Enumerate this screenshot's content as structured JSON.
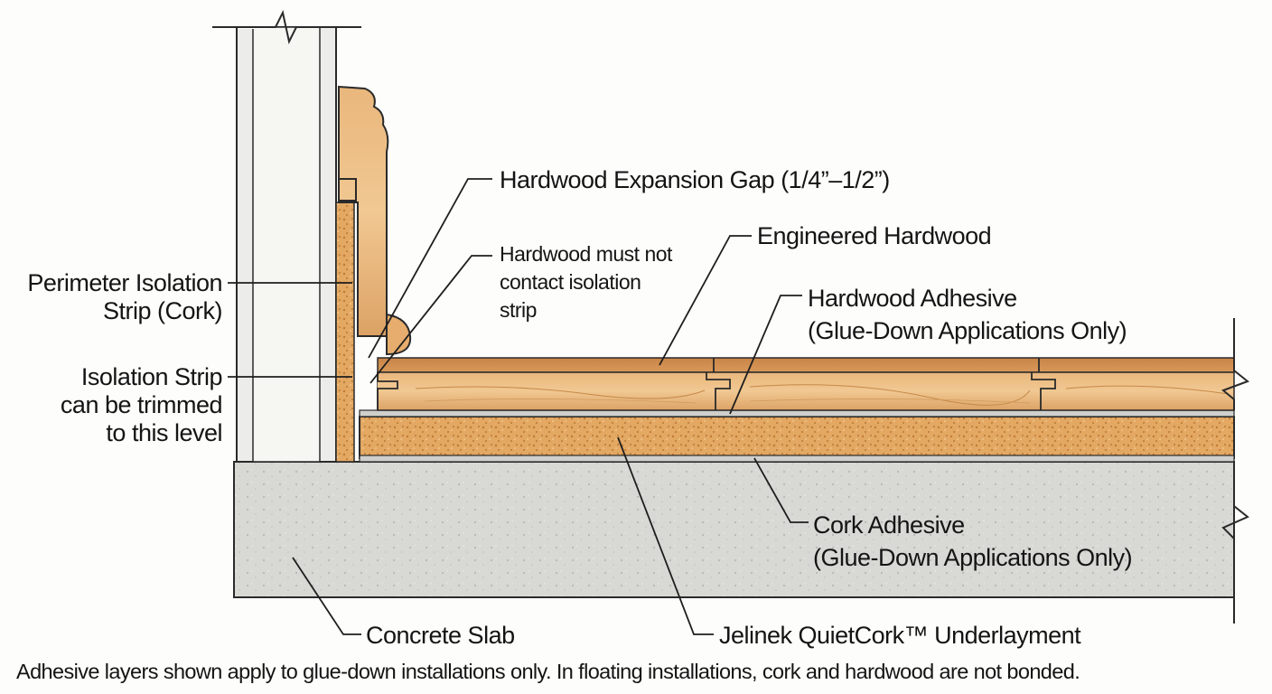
{
  "labels": {
    "perimeter_strip": "Perimeter Isolation\nStrip (Cork)",
    "trim_level": "Isolation Strip\ncan be trimmed\nto this level",
    "expansion_gap": "Hardwood Expansion Gap (1/4”–1/2”)",
    "no_contact": "Hardwood must not\ncontact isolation\nstrip",
    "engineered_hardwood": "Engineered Hardwood",
    "hardwood_adhesive": "Hardwood Adhesive\n(Glue-Down Applications Only)",
    "cork_adhesive": "Cork Adhesive\n(Glue-Down Applications Only)",
    "concrete_slab": "Concrete Slab",
    "underlayment": "Jelinek QuietCork™ Underlayment"
  },
  "footnote": "Adhesive layers shown apply to glue-down installations only. In floating installations, cork and hardwood are not bonded.",
  "colors": {
    "wood_light": "#e8b479",
    "wood_dark": "#c98a4a",
    "cork": "#e0a35c",
    "concrete": "#d6d6d2",
    "drywall": "#ebebe6",
    "line": "#1e1e1e"
  }
}
